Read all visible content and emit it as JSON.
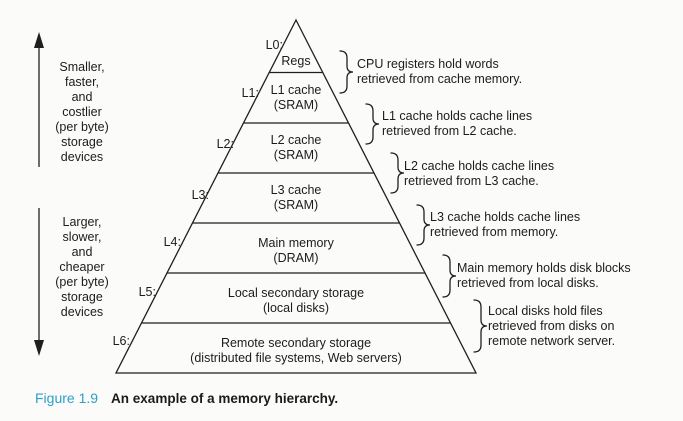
{
  "colors": {
    "ink": "#1c1c1c",
    "caption_label": "#2e9fcb",
    "background": "#fbfbfa"
  },
  "left_gradient": {
    "up_label": "Smaller,\nfaster,\nand\ncostlier\n(per byte)\nstorage\ndevices",
    "down_label": "Larger,\nslower,\nand\ncheaper\n(per byte)\nstorage\ndevices"
  },
  "pyramid": {
    "levels": [
      {
        "id": "L0:",
        "label": "Regs"
      },
      {
        "id": "L1:",
        "label": "L1 cache\n(SRAM)"
      },
      {
        "id": "L2:",
        "label": "L2 cache\n(SRAM)"
      },
      {
        "id": "L3:",
        "label": "L3 cache\n(SRAM)"
      },
      {
        "id": "L4:",
        "label": "Main memory\n(DRAM)"
      },
      {
        "id": "L5:",
        "label": "Local secondary storage\n(local disks)"
      },
      {
        "id": "L6:",
        "label": "Remote secondary storage\n(distributed file systems, Web servers)"
      }
    ]
  },
  "annotations": [
    {
      "text": "CPU registers hold words\nretrieved from cache memory."
    },
    {
      "text": "L1 cache holds cache lines\nretrieved from L2 cache."
    },
    {
      "text": "L2 cache holds cache lines\nretrieved from L3 cache."
    },
    {
      "text": "L3 cache holds cache lines\nretrieved from memory."
    },
    {
      "text": "Main memory holds disk blocks\nretrieved from local disks."
    },
    {
      "text": "Local disks hold files\nretrieved from disks on\nremote network server."
    }
  ],
  "caption": {
    "label": "Figure 1.9",
    "text": "An example of a memory hierarchy."
  }
}
